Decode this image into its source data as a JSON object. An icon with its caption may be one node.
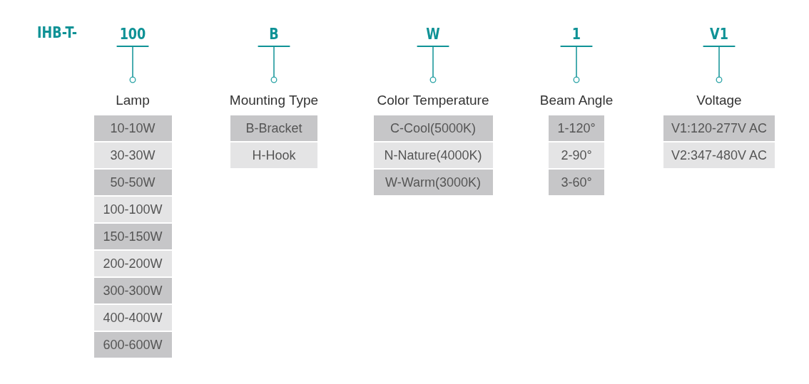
{
  "diagram": {
    "nodes": [
      {
        "text": [
          "100"
        ]
      },
      {
        "text": [
          "B"
        ]
      },
      {
        "text": [
          "W"
        ]
      },
      {
        "text": [
          "1"
        ]
      },
      {
        "text": [
          "V1"
        ]
      },
      {
        "text": [
          "Lamp"
        ]
      },
      {
        "text": [
          "10-10W"
        ]
      },
      {
        "text": [
          "30-30W"
        ]
      },
      {
        "text": [
          "50-50W"
        ]
      },
      {
        "text": [
          "100-100W"
        ]
      },
      {
        "text": [
          "150-150W"
        ]
      },
      {
        "text": [
          "200-200W"
        ]
      },
      {
        "text": [
          "300-300W"
        ]
      },
      {
        "text": [
          "400-400W"
        ]
      },
      {
        "text": [
          "600-600W"
        ]
      },
      {
        "text": [
          "Mounting Type"
        ]
      },
      {
        "text": [
          "B-Bracket"
        ]
      },
      {
        "text": [
          "H-Hook"
        ]
      },
      {
        "text": [
          "Color Temperature"
        ]
      },
      {
        "text": [
          "C-Cool(5000K)"
        ]
      },
      {
        "text": [
          "N-Nature(4000K)"
        ]
      },
      {
        "text": [
          "W-Warm(3000K)"
        ]
      },
      {
        "text": [
          "Beam Angle"
        ]
      },
      {
        "text": [
          "1-120°"
        ]
      },
      {
        "text": [
          "2-90°"
        ]
      },
      {
        "text": [
          "3-60°"
        ]
      },
      {
        "text": [
          "Voltage"
        ]
      },
      {
        "text": [
          "V1:120-277V AC"
        ]
      },
      {
        "text": [
          "V2:347-480V AC"
        ]
      }
    ],
    "edges": [
      {
        "from": 0,
        "to": 5,
        "arrow": "other"
      },
      {
        "from": 1,
        "to": 15,
        "arrow": "other"
      },
      {
        "from": 2,
        "to": 18,
        "arrow": "other"
      },
      {
        "from": 3,
        "to": 22,
        "arrow": "other"
      },
      {
        "from": 4,
        "to": 26,
        "arrow": "other"
      }
    ],
    "labels": [
      "IHB-T-"
    ]
  }
}
